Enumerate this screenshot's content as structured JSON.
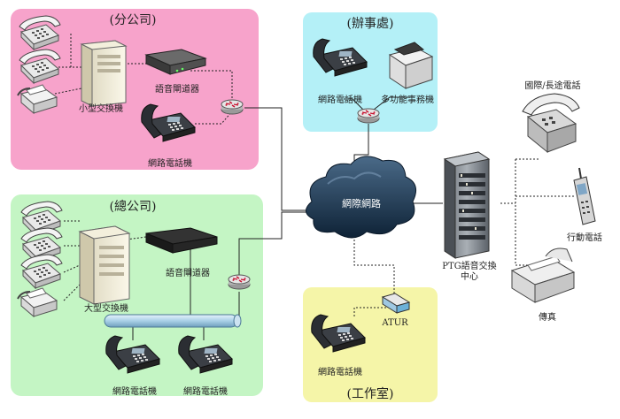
{
  "diagram": {
    "regions": {
      "branch": {
        "title": "(分公司)",
        "color": "#f7a3cb"
      },
      "office": {
        "title": "(辦事處)",
        "color": "#b4f0f7"
      },
      "hq": {
        "title": "(總公司)",
        "color": "#c4f5c4"
      },
      "studio": {
        "title": "(工作室)",
        "color": "#f5f5a8"
      }
    },
    "labels": {
      "branch_pbx": "小型交換機",
      "branch_gateway": "語音閘道器",
      "branch_ipphone": "網路電話機",
      "office_ipphone": "網路電話機",
      "office_mfp": "多功能事務機",
      "hq_pbx": "大型交換機",
      "hq_gateway": "語音閘道器",
      "hq_ipphone_1": "網路電話機",
      "hq_ipphone_2": "網路電話機",
      "internet": "網際網路",
      "ptg_line1": "PTG語音交換",
      "ptg_line2": "中心",
      "pstn_phone": "國際/長途電話",
      "mobile": "行動電話",
      "fax": "傳真",
      "atur": "ATUR",
      "studio_ipphone": "網路電話機"
    }
  }
}
